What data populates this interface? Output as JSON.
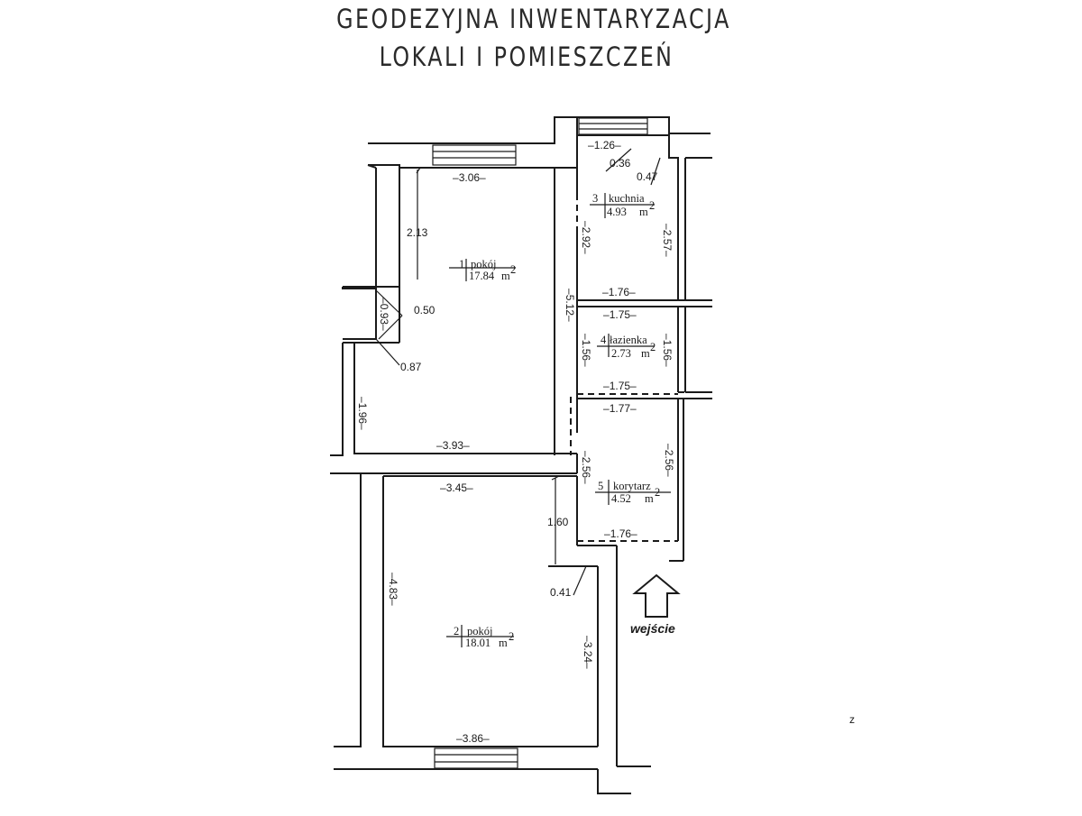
{
  "title": {
    "line1": "GEODEZYJNA INWENTARYZACJA",
    "line2": "LOKALI I POMIESZCZEŃ"
  },
  "rooms": [
    {
      "number": "1",
      "name": "pokój",
      "area": "17.84",
      "unit": "m"
    },
    {
      "number": "2",
      "name": "pokój",
      "area": "18.01",
      "unit": "m"
    },
    {
      "number": "3",
      "name": "kuchnia",
      "area": "4.93",
      "unit": "m"
    },
    {
      "number": "4",
      "name": "łazienka",
      "area": "2.73",
      "unit": "m"
    },
    {
      "number": "5",
      "name": "korytarz",
      "area": "4.52",
      "unit": "m"
    }
  ],
  "area_exponent": "2",
  "dimensions": {
    "d306": "3.06",
    "d213": "2.13",
    "d512": "5.12",
    "d093": "0.93",
    "d050": "0.50",
    "d087": "0.87",
    "d196": "1.96",
    "d393": "3.93",
    "d126": "1.26",
    "d036": "0.36",
    "d047": "0.47",
    "d292": "2.92",
    "d257": "2.57",
    "d176a": "1.76",
    "d175a": "1.75",
    "d156a": "1.56",
    "d156b": "1.56",
    "d175b": "1.75",
    "d177": "1.77",
    "d256a": "2.56",
    "d256b": "2.56",
    "d176b": "1.76",
    "d345": "3.45",
    "d160": "1.60",
    "d041": "0.41",
    "d483": "4.83",
    "d324": "3.24",
    "d386": "3.86"
  },
  "entrance_label": "wejście",
  "stray_mark": "z"
}
